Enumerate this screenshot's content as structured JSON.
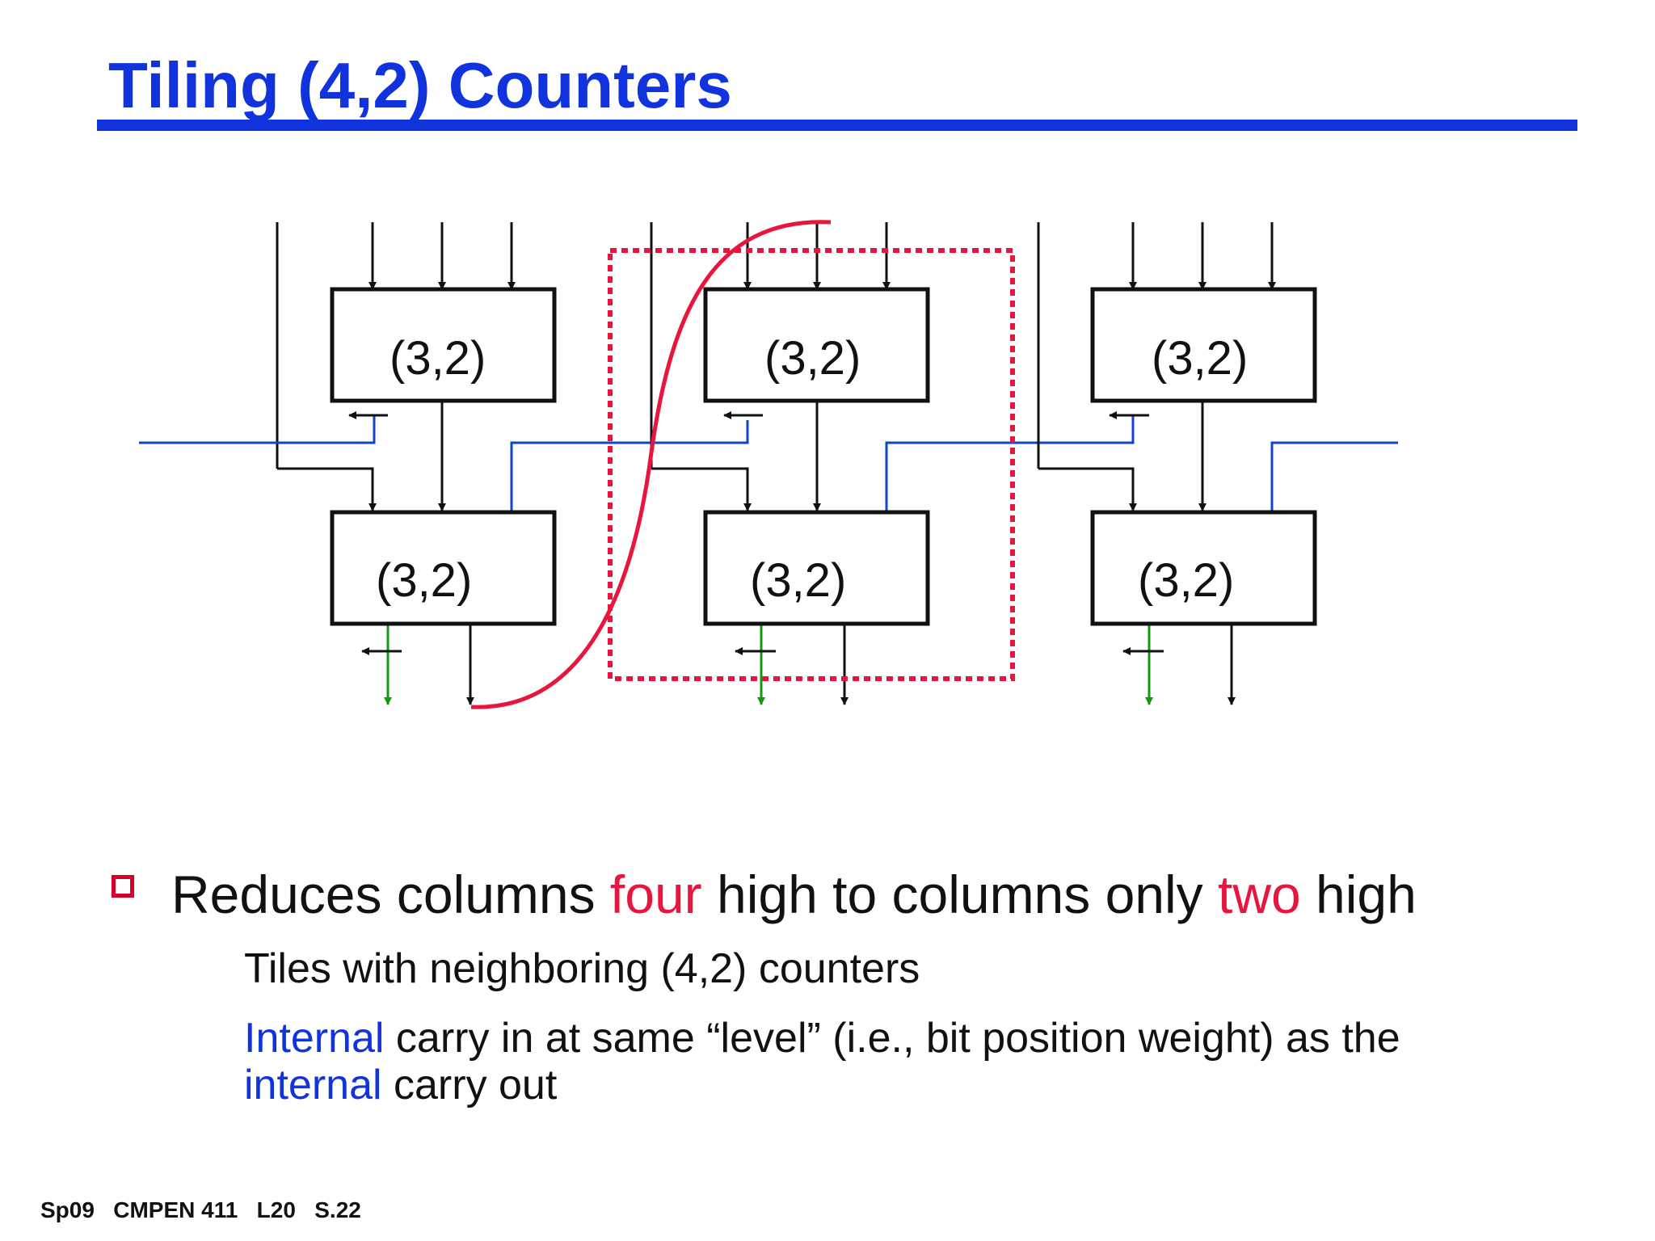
{
  "slide": {
    "title": "Tiling (4,2) Counters",
    "footer": "Sp09   CMPEN 411   L20   S.22"
  },
  "diagram": {
    "counter_label": "(3,2)",
    "boxes": [
      {
        "id": "top-left",
        "label": "(3,2)"
      },
      {
        "id": "top-middle",
        "label": "(3,2)"
      },
      {
        "id": "top-right",
        "label": "(3,2)"
      },
      {
        "id": "bottom-left",
        "label": "(3,2)"
      },
      {
        "id": "bottom-middle",
        "label": "(3,2)"
      },
      {
        "id": "bottom-right",
        "label": "(3,2)"
      }
    ],
    "colors": {
      "wire": "#111111",
      "internal_carry": "#1144cc",
      "carry_out": "#119911",
      "tile_outline": "#e8163c",
      "tile_boundary_curve": "#e8163c"
    }
  },
  "bullets": {
    "main": {
      "part1": "Reduces columns ",
      "highlight1": "four",
      "part2": " high to columns only ",
      "highlight2": "two",
      "part3": " high"
    },
    "sub1": "Tiles with neighboring (4,2) counters",
    "sub2": {
      "highlight1": "Internal",
      "part1": " carry in at same “level” (i.e., bit position weight) as the",
      "highlight2": "internal",
      "part2": " carry out"
    }
  }
}
